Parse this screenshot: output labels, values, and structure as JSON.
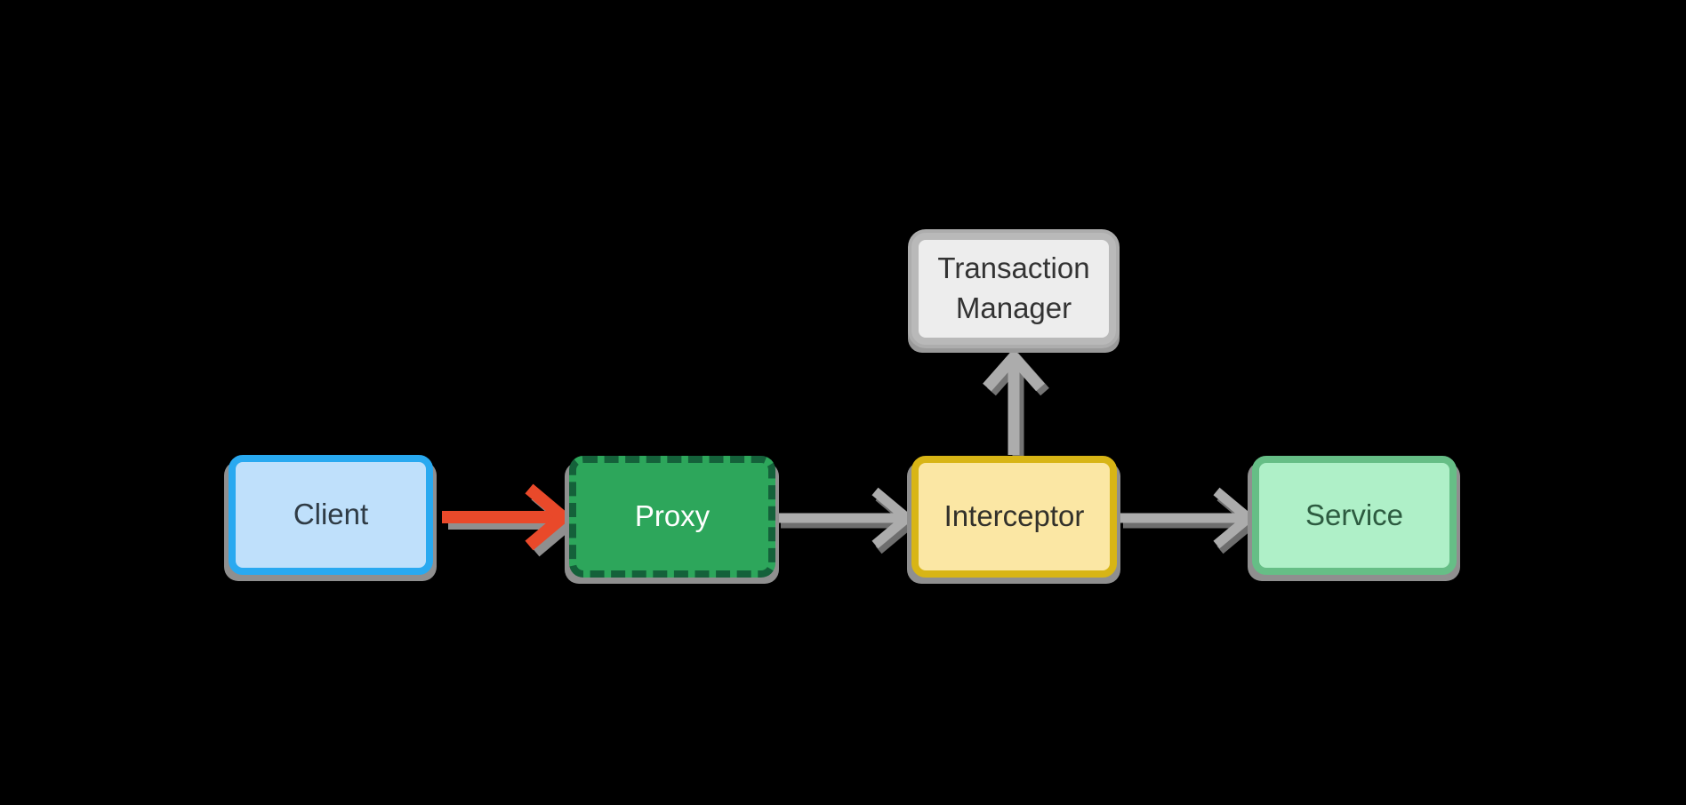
{
  "diagram": {
    "background_color": "#000000",
    "shadow_color": "#8f8f8f",
    "nodes": [
      {
        "id": "client",
        "label": "Client",
        "fill": "#BFE0FB",
        "border": "#29A9F0",
        "text_color": "#2F3B45",
        "border_style": "solid"
      },
      {
        "id": "proxy",
        "label": "Proxy",
        "fill": "#2DA65B",
        "border": "#14613A",
        "text_color": "#FFFFFF",
        "border_style": "dashed"
      },
      {
        "id": "interceptor",
        "label": "Interceptor",
        "fill": "#FBE7A4",
        "border": "#D8B515",
        "text_color": "#32312B",
        "border_style": "solid"
      },
      {
        "id": "service",
        "label": "Service",
        "fill": "#AFF0C8",
        "border": "#66BE86",
        "text_color": "#2D5B40",
        "border_style": "solid"
      },
      {
        "id": "transaction_manager",
        "label": "Transaction Manager",
        "fill": "#EDEDED",
        "border": "#B9B9B9",
        "text_color": "#333333",
        "border_style": "solid"
      }
    ],
    "edges": [
      {
        "from": "client",
        "to": "proxy",
        "color": "#E9492A",
        "direction": "right"
      },
      {
        "from": "proxy",
        "to": "interceptor",
        "color": "#ACACAC",
        "direction": "right"
      },
      {
        "from": "interceptor",
        "to": "service",
        "color": "#ACACAC",
        "direction": "right"
      },
      {
        "from": "interceptor",
        "to": "transaction_manager",
        "color": "#ACACAC",
        "direction": "up"
      }
    ]
  }
}
